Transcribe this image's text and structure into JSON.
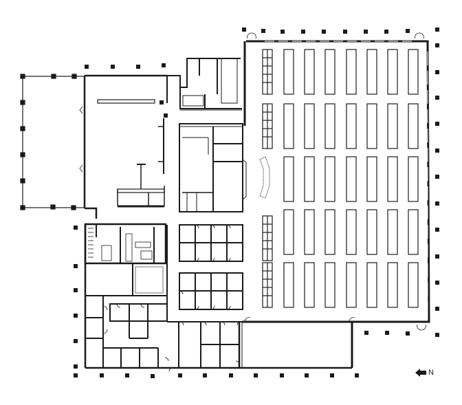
{
  "diagram": {
    "type": "architectural-floor-plan",
    "colors": {
      "wall": "#1a1a1a",
      "background": "#ffffff",
      "window": "#1a1a1a"
    },
    "north_indicator": {
      "label": "N",
      "arrow": "arrow-left-icon"
    },
    "zones": [
      {
        "id": "exhibit-hall",
        "description": "large open hall with tables in rows",
        "table_rows": 5,
        "tables_per_row": 7,
        "grid_racks_per_side": 4
      },
      {
        "id": "covered-patio",
        "description": "open-sided patio bounded by columns"
      },
      {
        "id": "lobby",
        "description": "entry lobby with long counter"
      },
      {
        "id": "restrooms",
        "description": "men's and women's restroom stalls"
      },
      {
        "id": "meeting-rooms-a",
        "description": "2x4 small meeting rooms"
      },
      {
        "id": "meeting-rooms-b",
        "description": "2x4 small meeting rooms"
      },
      {
        "id": "offices",
        "description": "office cluster at south-west"
      },
      {
        "id": "storage",
        "description": "long storage room at south"
      }
    ]
  }
}
